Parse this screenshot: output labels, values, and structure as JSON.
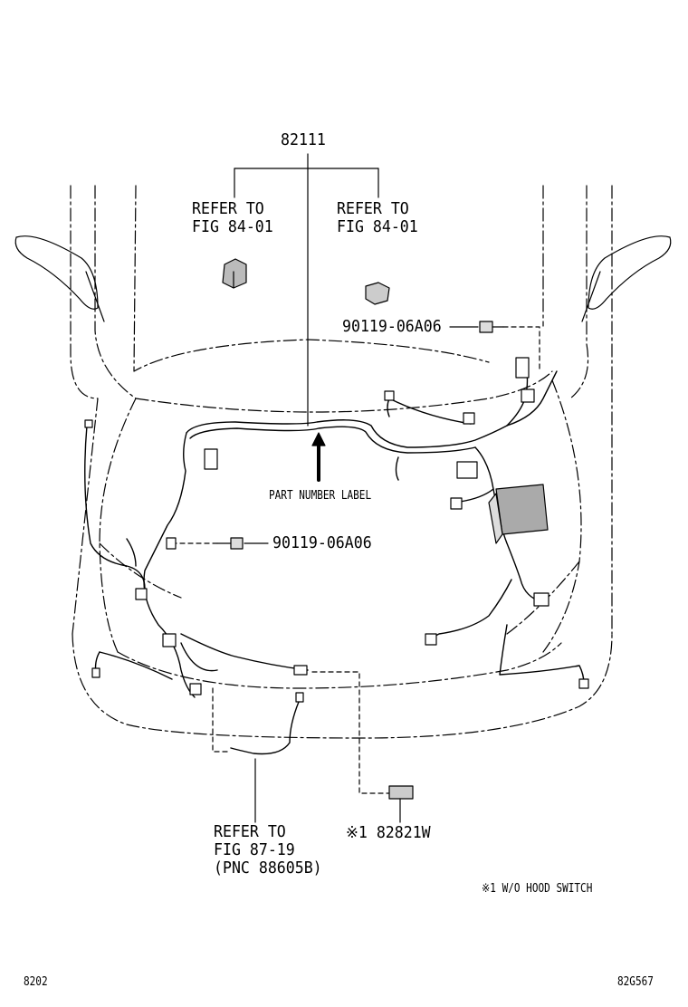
{
  "labels": {
    "main_part": "82111",
    "refer_left": [
      "REFER TO",
      "FIG 84-01"
    ],
    "refer_right": [
      "REFER TO",
      "FIG 84-01"
    ],
    "bolt_top": "90119-06A06",
    "bolt_left": "90119-06A06",
    "part_number_label": "PART NUMBER LABEL",
    "refer_bottom": [
      "REFER TO",
      "FIG 87-19",
      "(PNC 88605B)"
    ],
    "hood_part": "※1 82821W",
    "footnote": "※1 W/O HOOD SWITCH",
    "page_left": "8202",
    "page_right": "82G567"
  },
  "colors": {
    "ink": "#000000",
    "background": "#ffffff"
  }
}
